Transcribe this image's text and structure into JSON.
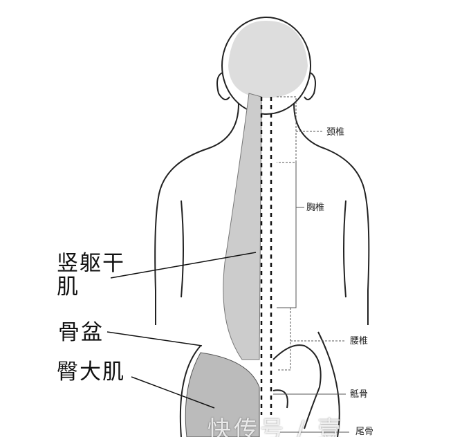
{
  "labels_left": {
    "erector_line1": "竖躯干",
    "erector_line2": "肌",
    "pelvis": "骨盆",
    "gluteus": "臀大肌"
  },
  "labels_right": {
    "cervical": "颈椎",
    "thoracic": "胸椎",
    "lumbar": "腰椎",
    "sacrum": "骶骨",
    "coccyx": "尾骨"
  },
  "watermark": "快传号 / 壹"
}
